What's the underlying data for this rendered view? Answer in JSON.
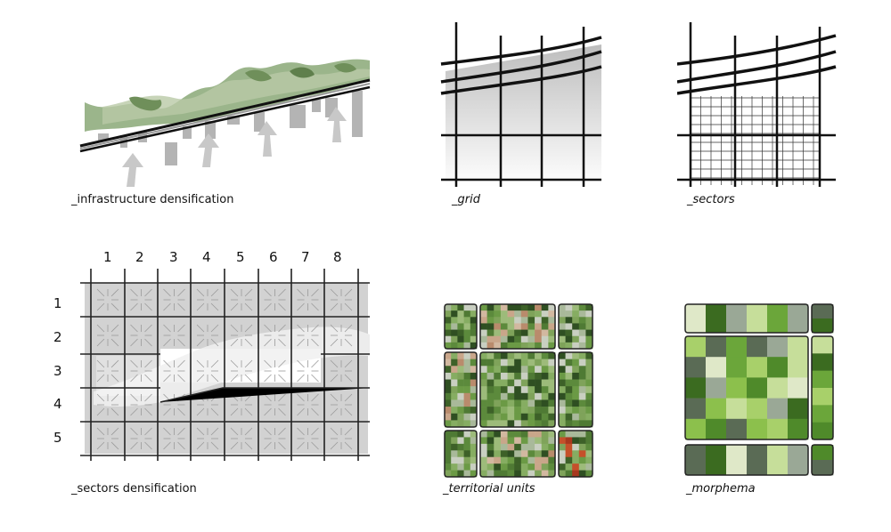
{
  "captions": {
    "infrastructure": "_infrastructure densification",
    "grid": "_grid",
    "sectors": "_sectors",
    "sectors_densification": "_sectors densification",
    "territorial_units": "_territorial units",
    "morphema": "_morphema"
  },
  "column_labels": [
    "1",
    "2",
    "3",
    "4",
    "5",
    "6",
    "7",
    "8"
  ],
  "row_labels": [
    "1",
    "2",
    "3",
    "4",
    "5"
  ],
  "colors": {
    "vegetation_dark": "#6f8f5a",
    "vegetation_light": "#b9c9a6",
    "building_gray": "#b4b4b4",
    "arrow_gray": "#c8c8c8",
    "grid_line": "#111111"
  }
}
